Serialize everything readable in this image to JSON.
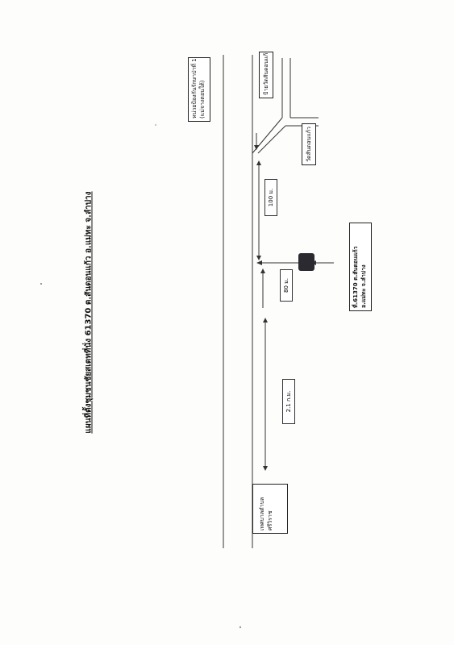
{
  "title": "แผนที่ตั้งชุมชนชัยสเตทที่นั่ง 61370 ต.สันดอนแก้ว อ.แม่ทะ จ.ลำปาง",
  "labels": {
    "school": [
      "หน่วยป้องกันรักษาป่าที่ 15",
      "(แม่จางตอนใต้)"
    ],
    "temple_sign": "ป้ายวัดสันดอนแก้ว",
    "temple": "วัดสันดอนแก้ว",
    "municipality": [
      "เทศบาลตำบล",
      "ศรีวิราช"
    ],
    "office": [
      "ที่.61370 ต.สันดอนแก้ว",
      "อ.แม่ทะ จ.ลำปาง"
    ]
  },
  "distances": {
    "d100": "100 ม.",
    "d80": "80 ม.",
    "d21": "2.1 ก.ม."
  },
  "colors": {
    "line": "#222222",
    "marker": "#2a2a30"
  }
}
